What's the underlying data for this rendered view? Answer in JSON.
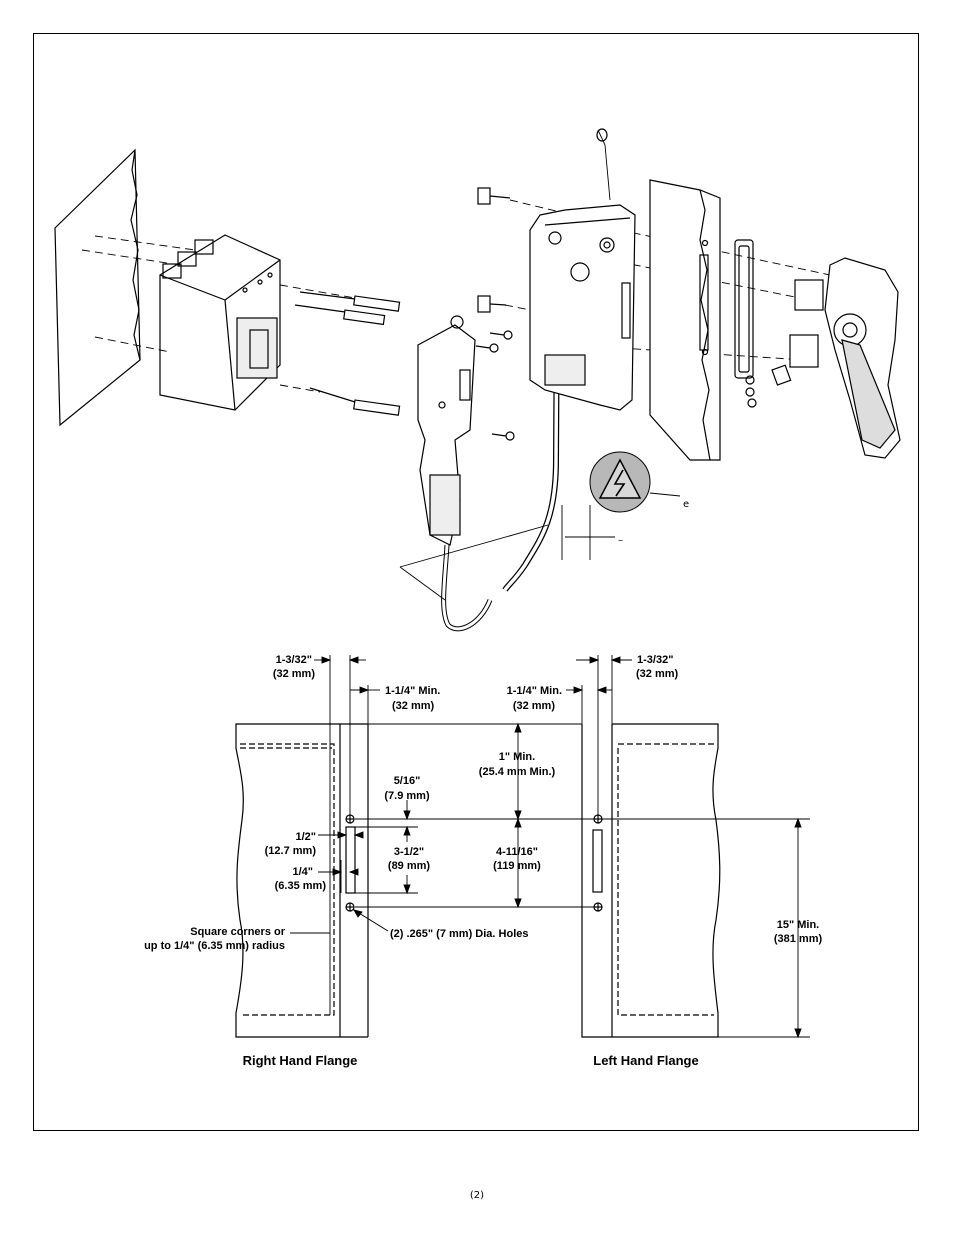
{
  "exploded_view": {
    "warning_callout": "e",
    "cable_callout": "–"
  },
  "dimensions": {
    "rh_flange_offset": "1-3/32\"",
    "rh_flange_offset_mm": "(32 mm)",
    "lh_flange_offset": "1-3/32\"",
    "lh_flange_offset_mm": "(32 mm)",
    "rh_min": "1-1/4\" Min.",
    "rh_min_mm": "(32 mm)",
    "lh_min": "1-1/4\" Min.",
    "lh_min_mm": "(32 mm)",
    "top_min": "1\" Min.",
    "top_min_mm": "(25.4 mm Min.)",
    "hole_offset": "5/16\"",
    "hole_offset_mm": "(7.9 mm)",
    "slot_width": "1/2\"",
    "slot_width_mm": "(12.7 mm)",
    "slot_length": "3-1/2\"",
    "slot_length_mm": "(89 mm)",
    "hole_spacing": "4-11/16\"",
    "hole_spacing_mm": "(119 mm)",
    "slot_edge": "1/4\"",
    "slot_edge_mm": "(6.35 mm)",
    "corners": "Square corners or",
    "corners_2": "up to 1/4\" (6.35 mm) radius",
    "holes": "(2) .265\" (7 mm) Dia.  Holes",
    "min_height": "15\" Min.",
    "min_height_mm": "(381 mm)"
  },
  "captions": {
    "right_hand": "Right Hand Flange",
    "left_hand": "Left Hand Flange"
  },
  "page_number": "(2)"
}
